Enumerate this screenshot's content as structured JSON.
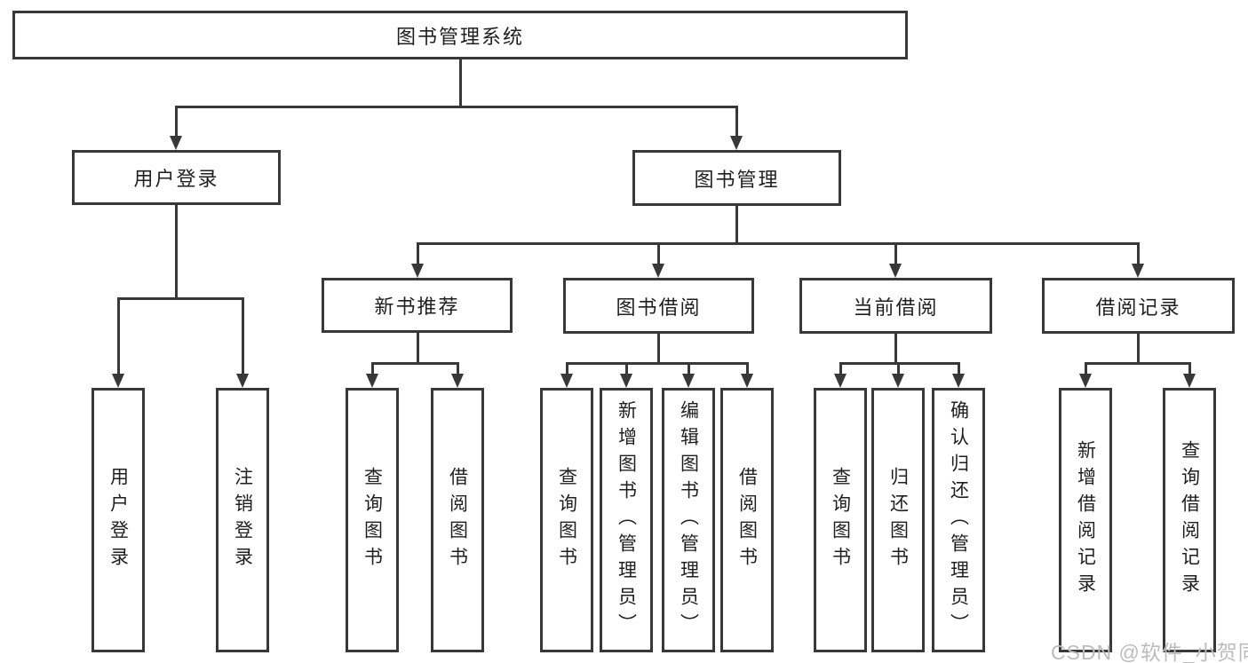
{
  "diagram": {
    "root": {
      "label": "图书管理系统"
    },
    "branches": [
      {
        "label": "用户登录",
        "children": [
          {
            "label": "用户登录"
          },
          {
            "label": "注销登录"
          }
        ]
      },
      {
        "label": "图书管理",
        "children": [
          {
            "label": "新书推荐",
            "children": [
              {
                "label": "查询图书"
              },
              {
                "label": "借阅图书"
              }
            ]
          },
          {
            "label": "图书借阅",
            "children": [
              {
                "label": "查询图书"
              },
              {
                "label": "新增图书（管理员）"
              },
              {
                "label": "编辑图书（管理员）"
              },
              {
                "label": "借阅图书"
              }
            ]
          },
          {
            "label": "当前借阅",
            "children": [
              {
                "label": "查询图书"
              },
              {
                "label": "归还图书"
              },
              {
                "label": "确认归还（管理员）"
              }
            ]
          },
          {
            "label": "借阅记录",
            "children": [
              {
                "label": "新增借阅记录"
              },
              {
                "label": "查询借阅记录"
              }
            ]
          }
        ]
      }
    ],
    "watermark": "CSDN @软件_小贺同学",
    "colors": {
      "line": "#383838",
      "text": "#1f1f1f",
      "watermark": "#bcbcbc",
      "background": "#ffffff"
    }
  }
}
